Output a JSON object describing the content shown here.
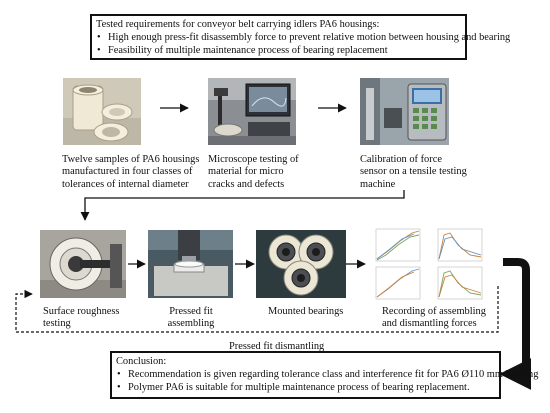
{
  "requirements": {
    "heading": "Tested requirements for conveyor belt carrying idlers PA6 housings:",
    "items": [
      "High enough  press-fit disassembly force to prevent relative motion between housing and bearing",
      "Feasibility of multiple maintenance process of bearing replacement"
    ]
  },
  "steps": [
    {
      "lines": [
        "Twelve samples of PA6 housings",
        "manufactured in four classes of",
        "tolerances of internal diameter"
      ]
    },
    {
      "lines": [
        "Microscope testing of",
        "material for micro",
        "cracks and defects"
      ]
    },
    {
      "lines": [
        "Calibration of force",
        "sensor on a tensile testing",
        "machine"
      ]
    },
    {
      "lines": [
        "Surface roughness",
        "testing"
      ]
    },
    {
      "lines": [
        "Pressed fit",
        "assembling"
      ]
    },
    {
      "lines": [
        "Mounted bearings"
      ]
    },
    {
      "lines": [
        "Recording of assembling",
        "and dismantling forces"
      ]
    }
  ],
  "dismantle_label": "Pressed fit dismantling",
  "conclusion": {
    "heading": "Conclusion:",
    "items": [
      "Recommendation is given regarding tolerance class and interference fit for PA6 Ø110 mm housing",
      "Polymer PA6 is suitable for multiple maintenance process of bearing replacement."
    ]
  }
}
